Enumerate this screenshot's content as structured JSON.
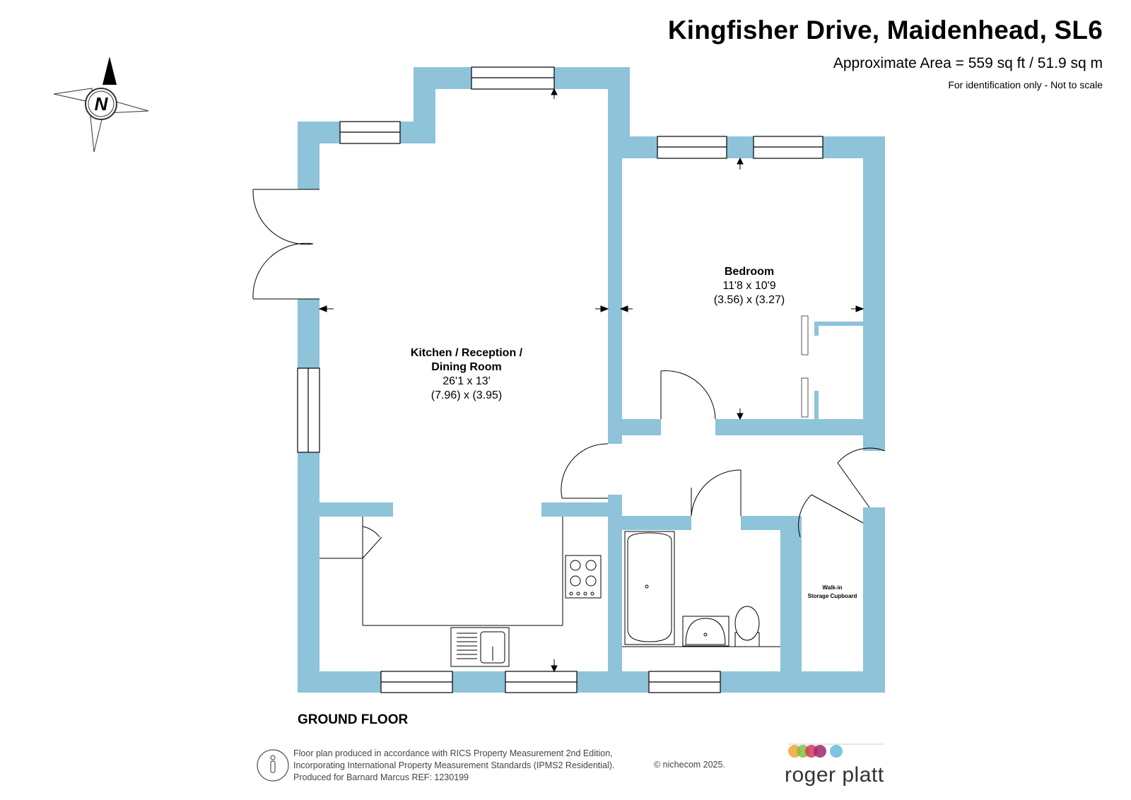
{
  "header": {
    "title": "Kingfisher Drive, Maidenhead, SL6",
    "area": "Approximate Area = 559 sq ft / 51.9 sq m",
    "disclaimer": "For identification only - Not to scale"
  },
  "compass": {
    "label": "N",
    "icon": "compass-icon"
  },
  "rooms": {
    "kitchen": {
      "name_line1": "Kitchen / Reception /",
      "name_line2": "Dining Room",
      "size_imperial": "26'1 x 13'",
      "size_metric": "(7.96) x (3.95)"
    },
    "bedroom": {
      "name": "Bedroom",
      "size_imperial": "11'8 x 10'9",
      "size_metric": "(3.56) x (3.27)"
    },
    "storage": {
      "line1": "Walk-in",
      "line2": "Storage Cupboard"
    }
  },
  "floor_label": "GROUND FLOOR",
  "footer": {
    "line1": "Floor plan produced in accordance with RICS Property Measurement 2nd Edition,",
    "line2": "Incorporating International Property Measurement Standards (IPMS2 Residential).",
    "line3": "Produced for Barnard Marcus   REF:  1230199",
    "copyright": "© nichecom 2025."
  },
  "brand": {
    "name": "roger platt",
    "dot_colors": [
      "#f2a43a",
      "#7fc241",
      "#d63a5a",
      "#9b2b6e",
      "#7fc4e0"
    ]
  },
  "colors": {
    "wall": "#8ec3d9",
    "line": "#000000"
  }
}
